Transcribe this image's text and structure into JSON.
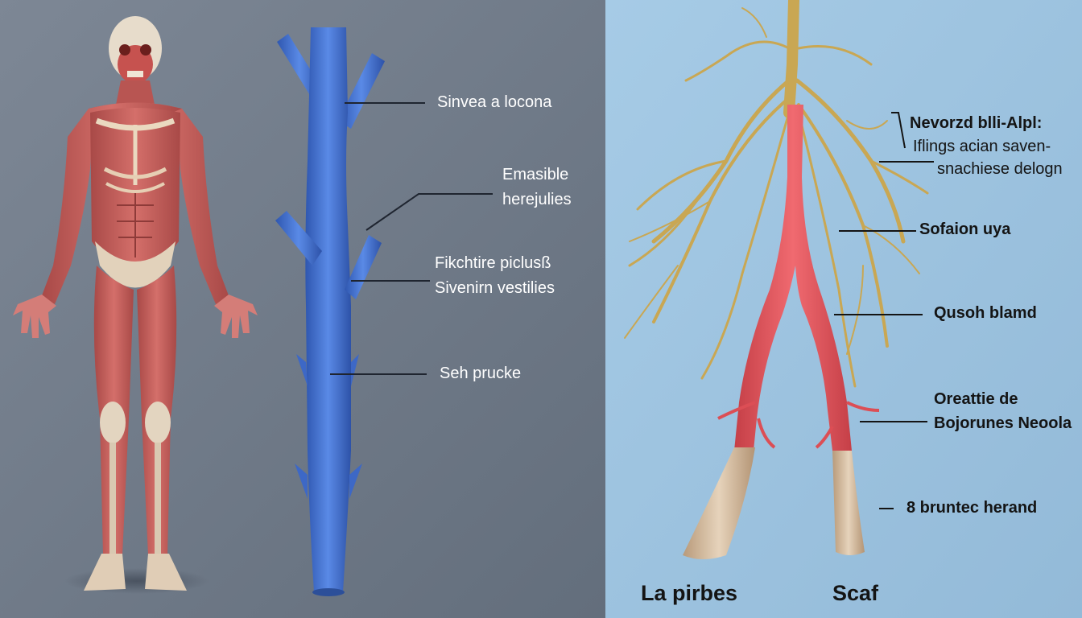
{
  "colors": {
    "left_bg": "#6d7886",
    "right_bg": "#9cc2df",
    "vein_blue": "#3f6fd0",
    "muscle_red": "#c65e5c",
    "nerve_gold": "#c9a753",
    "artery_red": "#e05459",
    "bone_beige": "#d8c5ae"
  },
  "vein_labels": {
    "label_1": "Sinvea a locona",
    "label_2": [
      "Emasible",
      "herejulies"
    ],
    "label_3": [
      "Fikchtire piclusß",
      "Sivenirn vestilies"
    ],
    "label_4": "Seh prucke"
  },
  "nerve_labels": {
    "label_1": [
      "Nevorzd blli-Alpl:",
      "Iflings acian saven-",
      "snachiese delogn"
    ],
    "label_2": "Sofaion uya",
    "label_3": "Qusoh blamd",
    "label_4": [
      "Oreattie de",
      "Bojorunes Neoola"
    ],
    "label_5": "8 bruntec herand"
  },
  "captions": {
    "left": "La pirbes",
    "right": "Scaf"
  },
  "icons": [
    "human-muscle-figure-icon",
    "blue-vein-icon",
    "nerve-tree-icon",
    "artery-icon",
    "bone-icon"
  ]
}
